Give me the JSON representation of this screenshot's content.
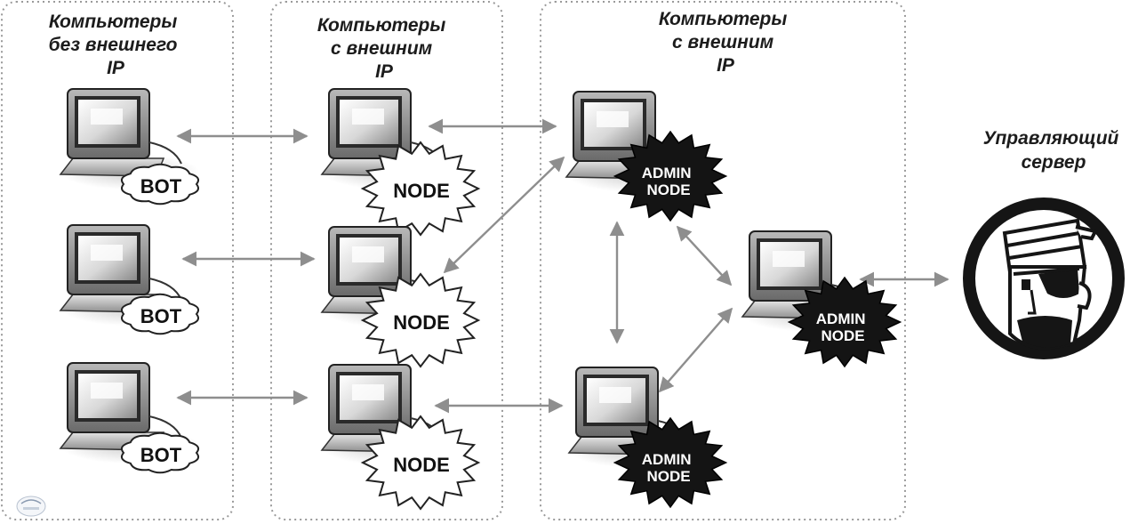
{
  "zones": [
    {
      "id": "no-external-ip",
      "title_lines": [
        "Компьютеры",
        "без внешнего",
        "IP"
      ]
    },
    {
      "id": "external-ip",
      "title_lines": [
        "Компьютеры",
        "с внешним",
        "IP"
      ]
    },
    {
      "id": "external-ip-admin",
      "title_lines": [
        "Компьютеры",
        "с внешним",
        "IP"
      ]
    }
  ],
  "server": {
    "title_lines": [
      "Управляющий",
      "сервер"
    ],
    "icon": "pirate-head-icon"
  },
  "nodes": [
    {
      "id": "bot-1",
      "badge": "BOT",
      "kind": "bot"
    },
    {
      "id": "bot-2",
      "badge": "BOT",
      "kind": "bot"
    },
    {
      "id": "bot-3",
      "badge": "BOT",
      "kind": "bot"
    },
    {
      "id": "node-1",
      "badge": "NODE",
      "kind": "node"
    },
    {
      "id": "node-2",
      "badge": "NODE",
      "kind": "node"
    },
    {
      "id": "node-3",
      "badge": "NODE",
      "kind": "node"
    },
    {
      "id": "admin-1",
      "badge": "ADMIN NODE",
      "kind": "admin"
    },
    {
      "id": "admin-2",
      "badge": "ADMIN NODE",
      "kind": "admin"
    },
    {
      "id": "admin-3",
      "badge": "ADMIN NODE",
      "kind": "admin"
    }
  ],
  "connections": [
    {
      "from": "bot-1",
      "to": "node-1"
    },
    {
      "from": "bot-2",
      "to": "node-2"
    },
    {
      "from": "bot-3",
      "to": "node-3"
    },
    {
      "from": "node-1",
      "to": "admin-1"
    },
    {
      "from": "node-2",
      "to": "admin-1"
    },
    {
      "from": "node-3",
      "to": "admin-3"
    },
    {
      "from": "admin-1",
      "to": "admin-3"
    },
    {
      "from": "admin-1",
      "to": "admin-2"
    },
    {
      "from": "admin-3",
      "to": "admin-2"
    },
    {
      "from": "admin-2",
      "to": "server"
    }
  ],
  "colors": {
    "arrow": "#8e8e8e",
    "zone_border": "#9a9a9a",
    "admin_badge": "#141414",
    "node_badge": "#ffffff",
    "server_ring": "#151515"
  }
}
